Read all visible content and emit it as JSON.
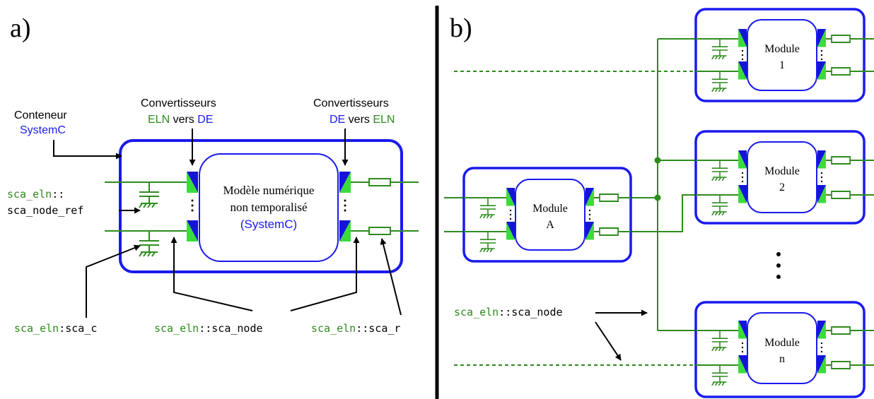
{
  "colors": {
    "green": "#2e8b1e",
    "blue": "#1a1aee",
    "black": "#000000",
    "port_green": "#3adc3a",
    "port_blue": "#1414d8"
  },
  "panel_a": {
    "label": "a)",
    "container_line1": "Conteneur",
    "container_line2": "SystemC",
    "conv_eln_de": {
      "title": "Convertisseurs",
      "p1": "ELN",
      "p2": " vers ",
      "p3": "DE"
    },
    "conv_de_eln": {
      "title": "Convertisseurs",
      "p1": "DE",
      "p2": " vers ",
      "p3": "ELN"
    },
    "core_line1": "Modèle numérique",
    "core_line2": "non temporalisé",
    "core_line3": "(SystemC)",
    "node_ref": {
      "ns": "sca_eln",
      "sep": "::",
      "name": "sca_node_ref"
    },
    "cap_label": {
      "ns": "sca_eln",
      "sep": ":",
      "name": "sca_c"
    },
    "node_label": {
      "ns": "sca_eln",
      "sep": "::",
      "name": "sca_node"
    },
    "res_label": {
      "ns": "sca_eln",
      "sep": "::",
      "name": "sca_r"
    }
  },
  "panel_b": {
    "label": "b)",
    "module_a": {
      "line1": "Module",
      "line2": "A"
    },
    "module_1": {
      "line1": "Module",
      "line2": "1"
    },
    "module_2": {
      "line1": "Module",
      "line2": "2"
    },
    "module_n": {
      "line1": "Module",
      "line2": "n"
    },
    "node_label": {
      "ns": "sca_eln",
      "sep": "::",
      "name": "sca_node"
    },
    "ellipsis_dots": "⋮"
  }
}
